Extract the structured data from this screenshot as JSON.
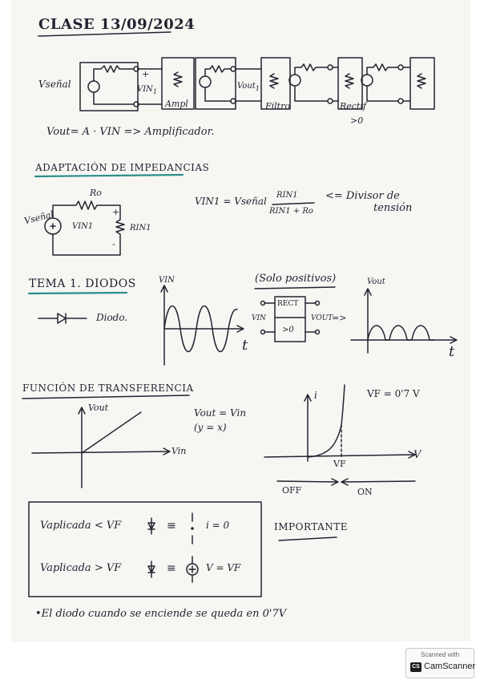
{
  "page": {
    "date_title": "CLASE 13/09/2024",
    "circuit1": {
      "vsenal": "Vseñal",
      "vin1": "VIN",
      "vin1_sub": "1",
      "vout1": "Vout",
      "vout1_sub": "1",
      "plus": "+",
      "ampl": "Ampl",
      "filtro": "Filtro",
      "rectif": "Rectif",
      "gt0": ">0"
    },
    "amp_equation": "Vout= A · VIN => Amplificador.",
    "section_adaptacion": "ADAPTACIÓN DE IMPEDANCIAS",
    "circuit2": {
      "vsenal": "Vseñal",
      "ro": "Ro",
      "plus": "+",
      "minus": "-",
      "vin1": "VIN1",
      "rin1": "RIN1"
    },
    "divider": {
      "lhs": "VIN1 = Vseñal",
      "numerator": "RIN1",
      "denominator": "RIN1 + Ro",
      "arrow_note": "<= Divisor de",
      "arrow_note2": "tensión"
    },
    "section_diodos": "TEMA 1. DIODOS",
    "diode_label": "Diodo.",
    "vin_graph": {
      "ylabel": "VIN",
      "xlabel": "t"
    },
    "solo_positivos": "(Solo positivos)",
    "rect_block": {
      "title": "RECT",
      "inner": ">0",
      "vin": "VIN",
      "vout": "VOUT",
      "arrow": "=>"
    },
    "vout_graph": {
      "ylabel": "Vout",
      "xlabel": "t"
    },
    "section_funcion": "FUNCIÓN DE TRANSFERENCIA",
    "transfer": {
      "ylabel": "Vout",
      "xlabel": "Vin",
      "eq1": "Vout = Vin",
      "eq2": "(y = x)"
    },
    "iv": {
      "ylabel": "i",
      "xlabel": "V",
      "vf_mark": "VF",
      "vf_value": "VF = 0'7 V",
      "off": "OFF",
      "on": "ON"
    },
    "box": {
      "row1_label": "Vaplicada < VF",
      "row1_eq": "≡",
      "row1_result": "i = 0",
      "row2_label": "Vaplicada > VF",
      "row2_eq": "≡",
      "row2_result": "V = VF"
    },
    "importante": "IMPORTANTE",
    "footnote": "•El diodo cuando se enciende se queda en 0'7V"
  },
  "scanner": {
    "small": "Scanned with",
    "logo": "CS",
    "name": "CamScanner"
  }
}
